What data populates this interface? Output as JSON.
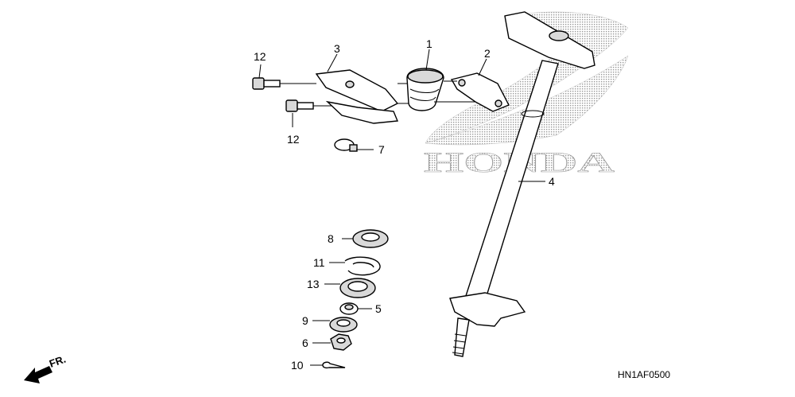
{
  "brand": {
    "text": "HONDA"
  },
  "diagram_code": "HN1AF0500",
  "direction_label": "FR.",
  "callouts": {
    "c1": "1",
    "c2": "2",
    "c3": "3",
    "c4": "4",
    "c5": "5",
    "c6": "6",
    "c7": "7",
    "c8": "8",
    "c9": "9",
    "c10": "10",
    "c11": "11",
    "c12a": "12",
    "c12b": "12",
    "c13": "13"
  },
  "colors": {
    "ink": "#000000",
    "watermark": "#bdbdbd"
  }
}
